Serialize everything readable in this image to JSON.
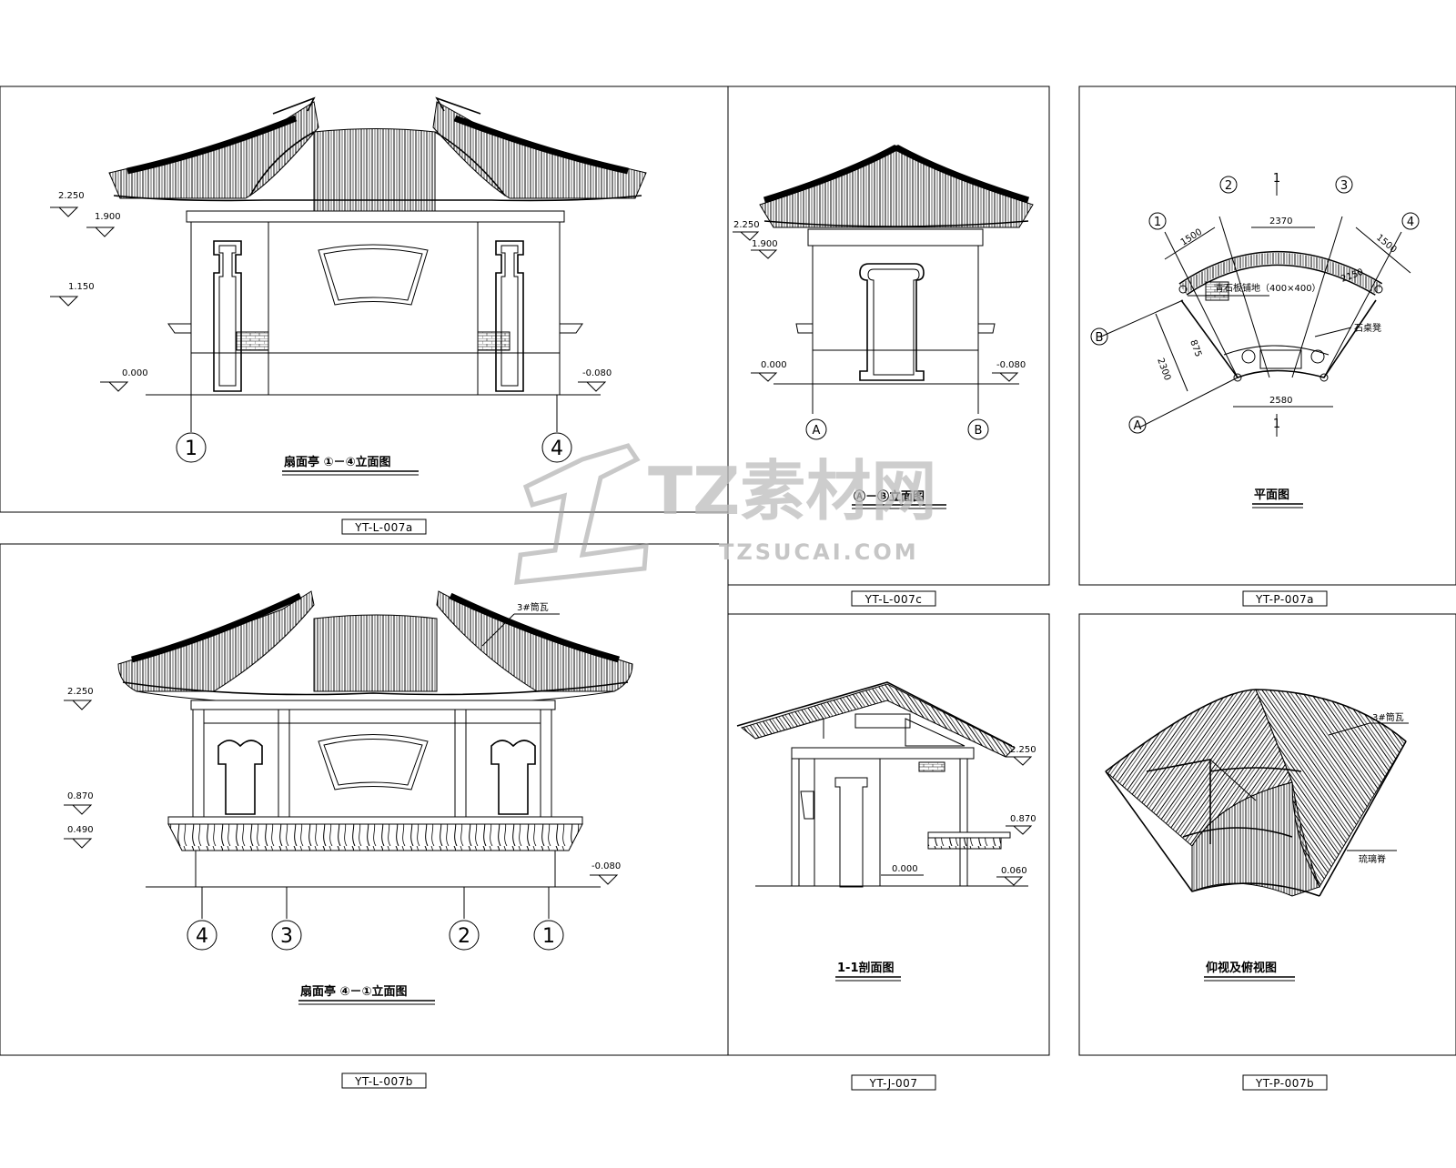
{
  "sheets": {
    "a": {
      "code": "YT-L-007a",
      "title": "扇面亭 ①－④立面图",
      "levels": [
        "2.250",
        "1.900",
        "1.150",
        "0.000",
        "-0.080"
      ],
      "axes": [
        "1",
        "4"
      ]
    },
    "b": {
      "code": "YT-L-007b",
      "title": "扇面亭 ④－①立面图",
      "tile_note": "3#筒瓦",
      "levels": [
        "2.250",
        "0.870",
        "0.490",
        "-0.080"
      ],
      "axes": [
        "4",
        "3",
        "2",
        "1"
      ]
    },
    "c": {
      "code": "YT-L-007c",
      "title": "Ⓐ－Ⓑ立面图",
      "levels": [
        "2.250",
        "1.900",
        "0.000",
        "-0.080"
      ],
      "axes": [
        "A",
        "B"
      ]
    },
    "j": {
      "code": "YT-J-007",
      "title": "1-1剖面图",
      "levels": [
        "2.250",
        "0.870",
        "0.000",
        "0.060"
      ]
    },
    "pa": {
      "code": "YT-P-007a",
      "title": "平面图",
      "axes": [
        "1",
        "2",
        "3",
        "4",
        "A",
        "B"
      ],
      "section_mark": "1",
      "dims": [
        "2370",
        "1500",
        "1500",
        "2300",
        "2580",
        "2150",
        "875"
      ],
      "paving_note": "青石板铺地（400×400）",
      "bench_note": "石桌凳"
    },
    "pb": {
      "code": "YT-P-007b",
      "title": "仰视及俯视图",
      "tile_note": "3#筒瓦",
      "ridge_note": "琉璃脊"
    }
  },
  "watermark": {
    "brand": "TZ素材网",
    "url": "TZSUCAI.COM"
  }
}
